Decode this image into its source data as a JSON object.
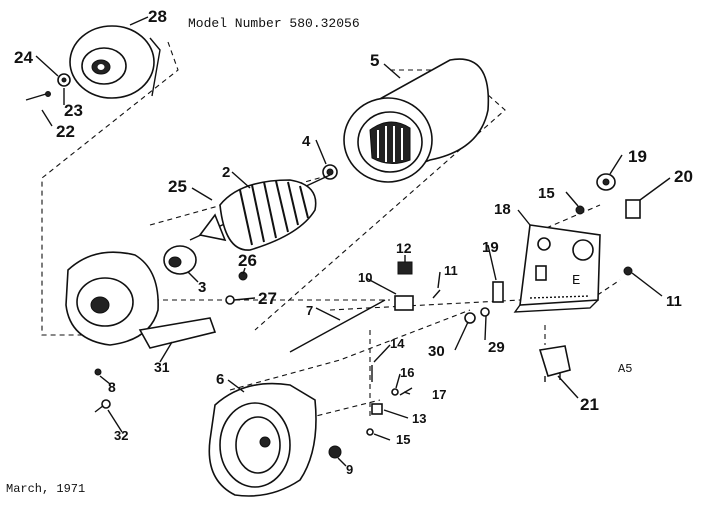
{
  "header": {
    "model_number": "Model Number 580.32056"
  },
  "footer": {
    "date": "March, 1971",
    "code": "A5"
  },
  "callouts": {
    "c28": "28",
    "c24": "24",
    "c23": "23",
    "c22": "22",
    "c5": "5",
    "c4": "4",
    "c2": "2",
    "c25": "25",
    "c3": "3",
    "c26": "26",
    "c27": "27",
    "c12": "12",
    "c10": "10",
    "c11a": "11",
    "c7": "7",
    "c19a": "19",
    "c20": "20",
    "c15a": "15",
    "c18": "18",
    "c19b": "19",
    "c11b": "11",
    "c30": "30",
    "c29": "29",
    "c14": "14",
    "c16": "16",
    "c17": "17",
    "c13": "13",
    "c15b": "15",
    "c9": "9",
    "c6": "6",
    "c8": "8",
    "c31": "31",
    "c32": "32",
    "c21": "21"
  }
}
